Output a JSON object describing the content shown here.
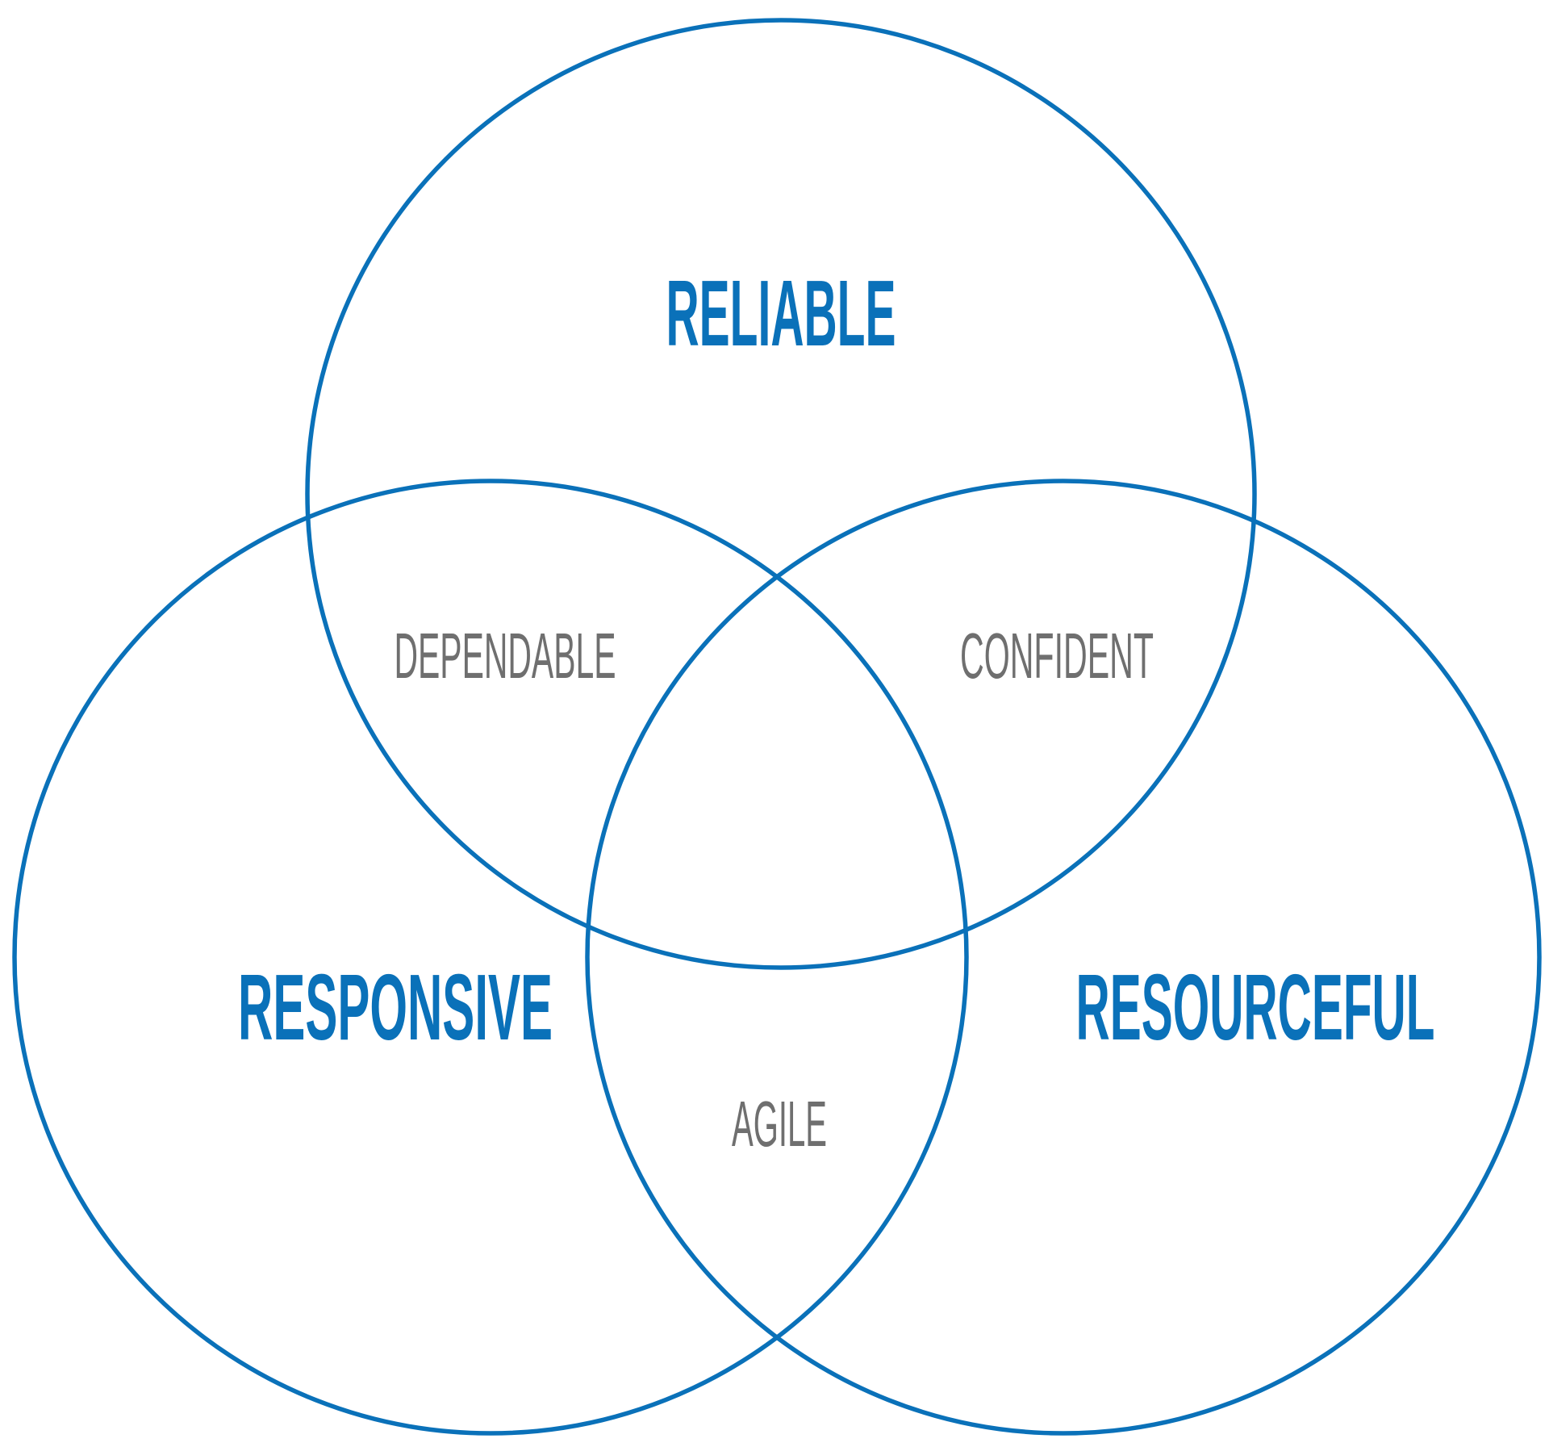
{
  "colors": {
    "circle_stroke": "#0a71b9",
    "set_label": "#0a71b9",
    "overlap_label": "#6f6f6f",
    "background": "#ffffff"
  },
  "sets": {
    "top": "RELIABLE",
    "left": "RESPONSIVE",
    "right": "RESOURCEFUL"
  },
  "overlaps": {
    "top_left": "DEPENDABLE",
    "top_right": "CONFIDENT",
    "left_right": "AGILE"
  }
}
